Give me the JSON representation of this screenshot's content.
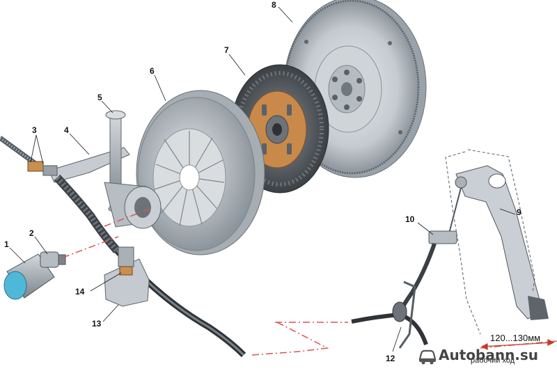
{
  "callouts": {
    "c1": "1",
    "c2": "2",
    "c3": "3",
    "c4": "4",
    "c5": "5",
    "c6": "6",
    "c7": "7",
    "c8": "8",
    "c9": "9",
    "c10": "10",
    "c12": "12",
    "c13": "13",
    "c14": "14"
  },
  "dimension": {
    "value": "120...130мм",
    "caption": "рабочий ход"
  },
  "watermark": {
    "text": "Autobann.su"
  },
  "colors": {
    "metal": "#b9bfc4",
    "dark": "#3a3f44",
    "copper": "#c8894a",
    "red_dash": "#d9534f"
  }
}
